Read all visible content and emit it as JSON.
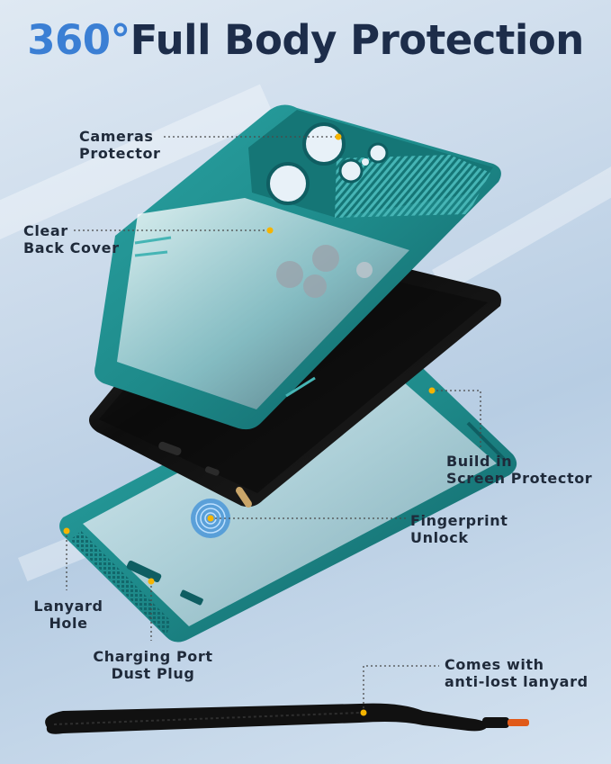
{
  "title": {
    "accent": "360°",
    "rest": "Full Body Protection"
  },
  "callouts": {
    "cameras": {
      "line1": "Cameras",
      "line2": "Protector"
    },
    "back_cover": {
      "line1": "Clear",
      "line2": "Back Cover"
    },
    "screen_protector": {
      "line1": "Build in",
      "line2": "Screen Protector"
    },
    "fingerprint": {
      "line1": "Fingerprint",
      "line2": "Unlock"
    },
    "lanyard_hole": {
      "line1": "Lanyard",
      "line2": "Hole"
    },
    "charging_port": {
      "line1": "Charging Port",
      "line2": "Dust Plug"
    },
    "lanyard": {
      "line1": "Comes with",
      "line2": "anti-lost lanyard"
    }
  },
  "colors": {
    "accent": "#3b7fd4",
    "title": "#1d2d4a",
    "case_teal": "#1e8a8a",
    "case_teal_dark": "#0f5e62",
    "phone_black": "#141414",
    "callout_dot": "#f5b400"
  },
  "icons": [
    "fingerprint-icon",
    "camera-lens-icon"
  ]
}
